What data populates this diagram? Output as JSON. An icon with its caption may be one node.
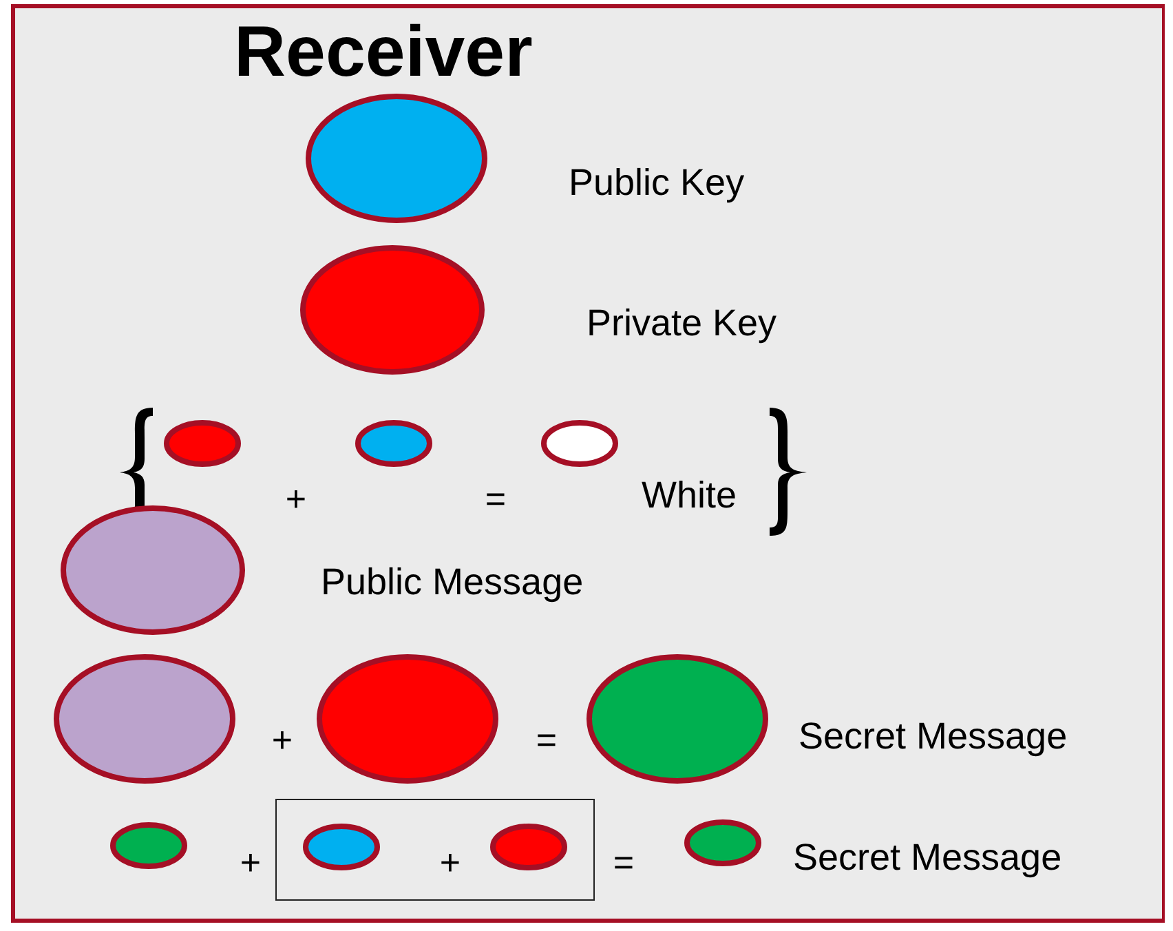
{
  "diagram": {
    "title": "Receiver",
    "nodes": [
      {
        "text": [],
        "shape": "ellipse",
        "beside": [
          "Public Key"
        ]
      },
      {
        "text": [],
        "shape": "ellipse",
        "beside": [
          "Private Key"
        ]
      },
      {
        "text": [],
        "shape": "ellipse"
      },
      {
        "text": [],
        "shape": "ellipse"
      },
      {
        "text": [],
        "shape": "ellipse",
        "beside": [
          "White"
        ]
      },
      {
        "text": [],
        "shape": "ellipse",
        "beside": [
          "Public Message"
        ]
      },
      {
        "text": [],
        "shape": "ellipse"
      },
      {
        "text": [],
        "shape": "ellipse"
      },
      {
        "text": [],
        "shape": "ellipse",
        "beside": [
          "Secret Message"
        ]
      },
      {
        "text": [],
        "shape": "ellipse"
      },
      {
        "text": [],
        "shape": "box"
      },
      {
        "text": [],
        "shape": "ellipse",
        "in": 10
      },
      {
        "text": [],
        "shape": "ellipse",
        "in": 10
      },
      {
        "text": [],
        "shape": "ellipse",
        "beside": [
          "Secret Message"
        ]
      }
    ],
    "labels": [
      "+",
      "=",
      "+",
      "=",
      "+",
      "+",
      "="
    ]
  }
}
